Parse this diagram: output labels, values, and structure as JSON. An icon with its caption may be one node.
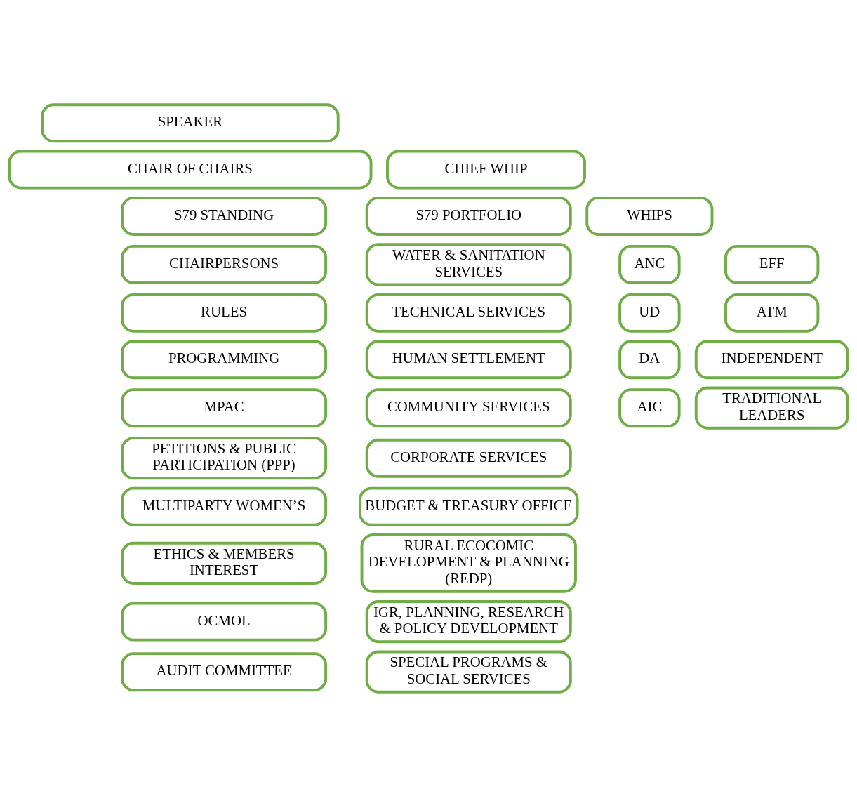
{
  "diagram": {
    "nodes": [
      {
        "text": [
          "SPEAKER"
        ]
      },
      {
        "text": [
          "CHAIR OF CHAIRS"
        ]
      },
      {
        "text": [
          "CHIEF WHIP"
        ]
      },
      {
        "text": [
          "S79 STANDING"
        ]
      },
      {
        "text": [
          "S79 PORTFOLIO"
        ]
      },
      {
        "text": [
          "WHIPS"
        ]
      },
      {
        "text": [
          "CHAIRPERSONS"
        ]
      },
      {
        "text": [
          "WATER & SANITATION SERVICES"
        ]
      },
      {
        "text": [
          "ANC"
        ]
      },
      {
        "text": [
          "EFF"
        ]
      },
      {
        "text": [
          "RULES"
        ]
      },
      {
        "text": [
          "TECHNICAL SERVICES"
        ]
      },
      {
        "text": [
          "UD"
        ]
      },
      {
        "text": [
          "ATM"
        ]
      },
      {
        "text": [
          "DA"
        ]
      },
      {
        "text": [
          "INDEPENDENT"
        ]
      },
      {
        "text": [
          "PROGRAMMING"
        ]
      },
      {
        "text": [
          "HUMAN SETTLEMENT"
        ]
      },
      {
        "text": [
          "AIC"
        ]
      },
      {
        "text": [
          "MPAC"
        ]
      },
      {
        "text": [
          "COMMUNITY SERVICES"
        ]
      },
      {
        "text": [
          "TRADITIONAL LEADERS"
        ]
      },
      {
        "text": [
          "PETITIONS & PUBLIC PARTICIPATION (PPP)"
        ]
      },
      {
        "text": [
          "CORPORATE SERVICES"
        ]
      },
      {
        "text": [
          "MULTIPARTY WOMEN’S"
        ]
      },
      {
        "text": [
          "BUDGET & TREASURY OFFICE"
        ]
      },
      {
        "text": [
          "RURAL ECOCOMIC DEVELOPMENT & PLANNING (REDP)"
        ]
      },
      {
        "text": [
          "ETHICS & MEMBERS INTEREST"
        ]
      },
      {
        "text": [
          "IGR, PLANNING, RESEARCH & POLICY DEVELOPMENT"
        ]
      },
      {
        "text": [
          "OCMOL"
        ]
      },
      {
        "text": [
          "SPECIAL PROGRAMS & SOCIAL SERVICES"
        ]
      },
      {
        "text": [
          "AUDIT COMMITTEE"
        ]
      }
    ]
  }
}
